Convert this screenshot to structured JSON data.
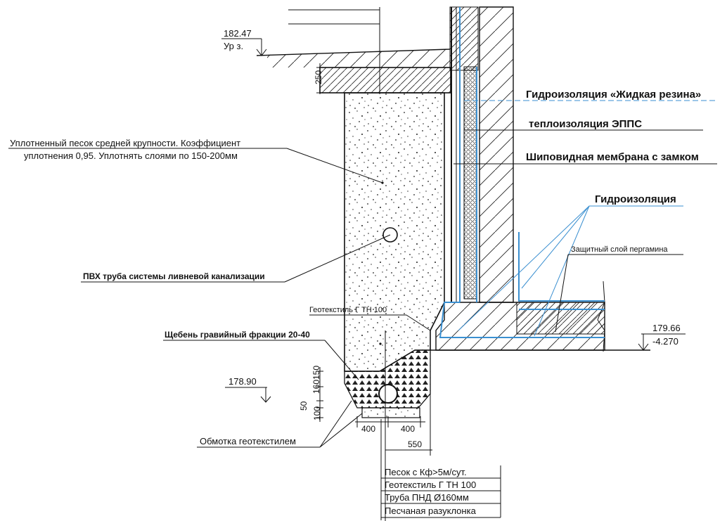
{
  "labels": {
    "liquid_rubber": "Гидроизоляция «Жидкая резина»",
    "epps": "теплоизоляция ЭППС",
    "membrane": "Шиповидная мембрана с замком",
    "waterproofing": "Гидроизоляция",
    "pergamin": "Защитный слой пергамина",
    "sand_line1": "Уплотненный песок средней крупности. Коэффициент",
    "sand_line2": "уплотнения 0,95. Уплотнять слоями по 150-200мм",
    "pvc_pipe": "ПВХ труба системы ливневой канализации",
    "geotextile_top": "Геотекстиль Г ТН 100",
    "gravel": "Щебень гравийный фракции 20-40",
    "wrap": "Обмотка геотекстилем"
  },
  "levels": {
    "ground_value": "182.47",
    "ground_label": "Ур з.",
    "floor_value": "179.66",
    "floor_rel": "-4.270",
    "drain_value": "178.90"
  },
  "dims": {
    "d250": "250",
    "d150": "150",
    "d160": "160",
    "d50": "50",
    "d100": "100",
    "w400a": "400",
    "w400b": "400",
    "w550": "550"
  },
  "legend": [
    "Песок с Кф>5м/сут.",
    "Геотекстиль Г ТН 100",
    "Труба ПНД Ø160мм",
    "Песчаная разуклонка"
  ],
  "colors": {
    "waterproof_blue": "#3a8fd0",
    "line": "#111111"
  }
}
